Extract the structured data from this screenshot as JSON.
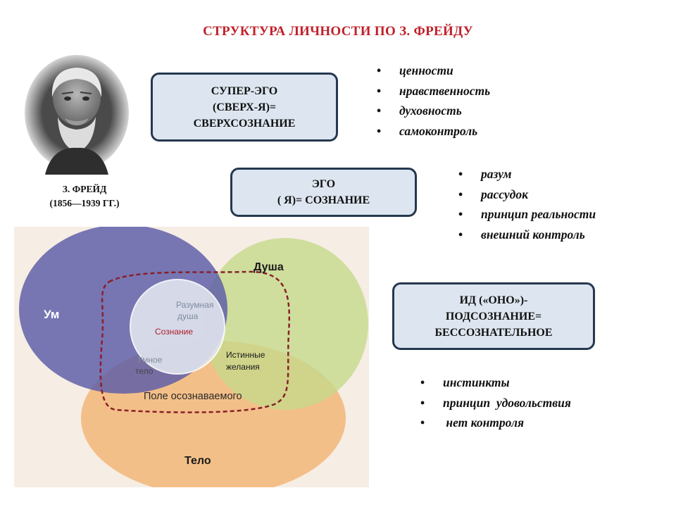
{
  "title": "СТРУКТУРА ЛИЧНОСТИ  ПО З. ФРЕЙДУ",
  "portrait": {
    "name": "З. ФРЕЙД",
    "years": "(1856—1939 ГГ.)"
  },
  "superego": {
    "lines": [
      "СУПЕР-ЭГО",
      "(СВЕРХ-Я)=",
      "СВЕРХСОЗНАНИЕ"
    ],
    "bullets": [
      "ценности",
      "нравственность",
      "духовность",
      "самоконтроль"
    ]
  },
  "ego": {
    "lines": [
      "ЭГО",
      "( Я)= СОЗНАНИЕ"
    ],
    "bullets": [
      "разум",
      "рассудок",
      "принцип реальности",
      "внешний контроль"
    ]
  },
  "id": {
    "lines": [
      "ИД («ОНО»)-",
      "ПОДСОЗНАНИЕ=",
      "БЕССОЗНАТЕЛЬНОЕ"
    ],
    "bullets": [
      "инстинкты",
      "принцип  удовольствия",
      " нет контроля"
    ]
  },
  "bullet_glyph": "•",
  "venn": {
    "mind": "Ум",
    "soul": "Душа",
    "body": "Тело",
    "reasonable_soul": [
      "Разумная",
      "душа"
    ],
    "consciousness": "Сознание",
    "clever_body": [
      "Умное",
      "тело"
    ],
    "true_desires": [
      "Истинные",
      "желания"
    ],
    "field": "Поле осознаваемого",
    "colors": {
      "background": "#f6ede4",
      "mind": "#5a5ca8",
      "soul": "#c6d98b",
      "body": "#f2b678",
      "consciousness": "#e0e4ee",
      "dashed": "#8a1f2a",
      "label_red": "#b0202a"
    }
  }
}
